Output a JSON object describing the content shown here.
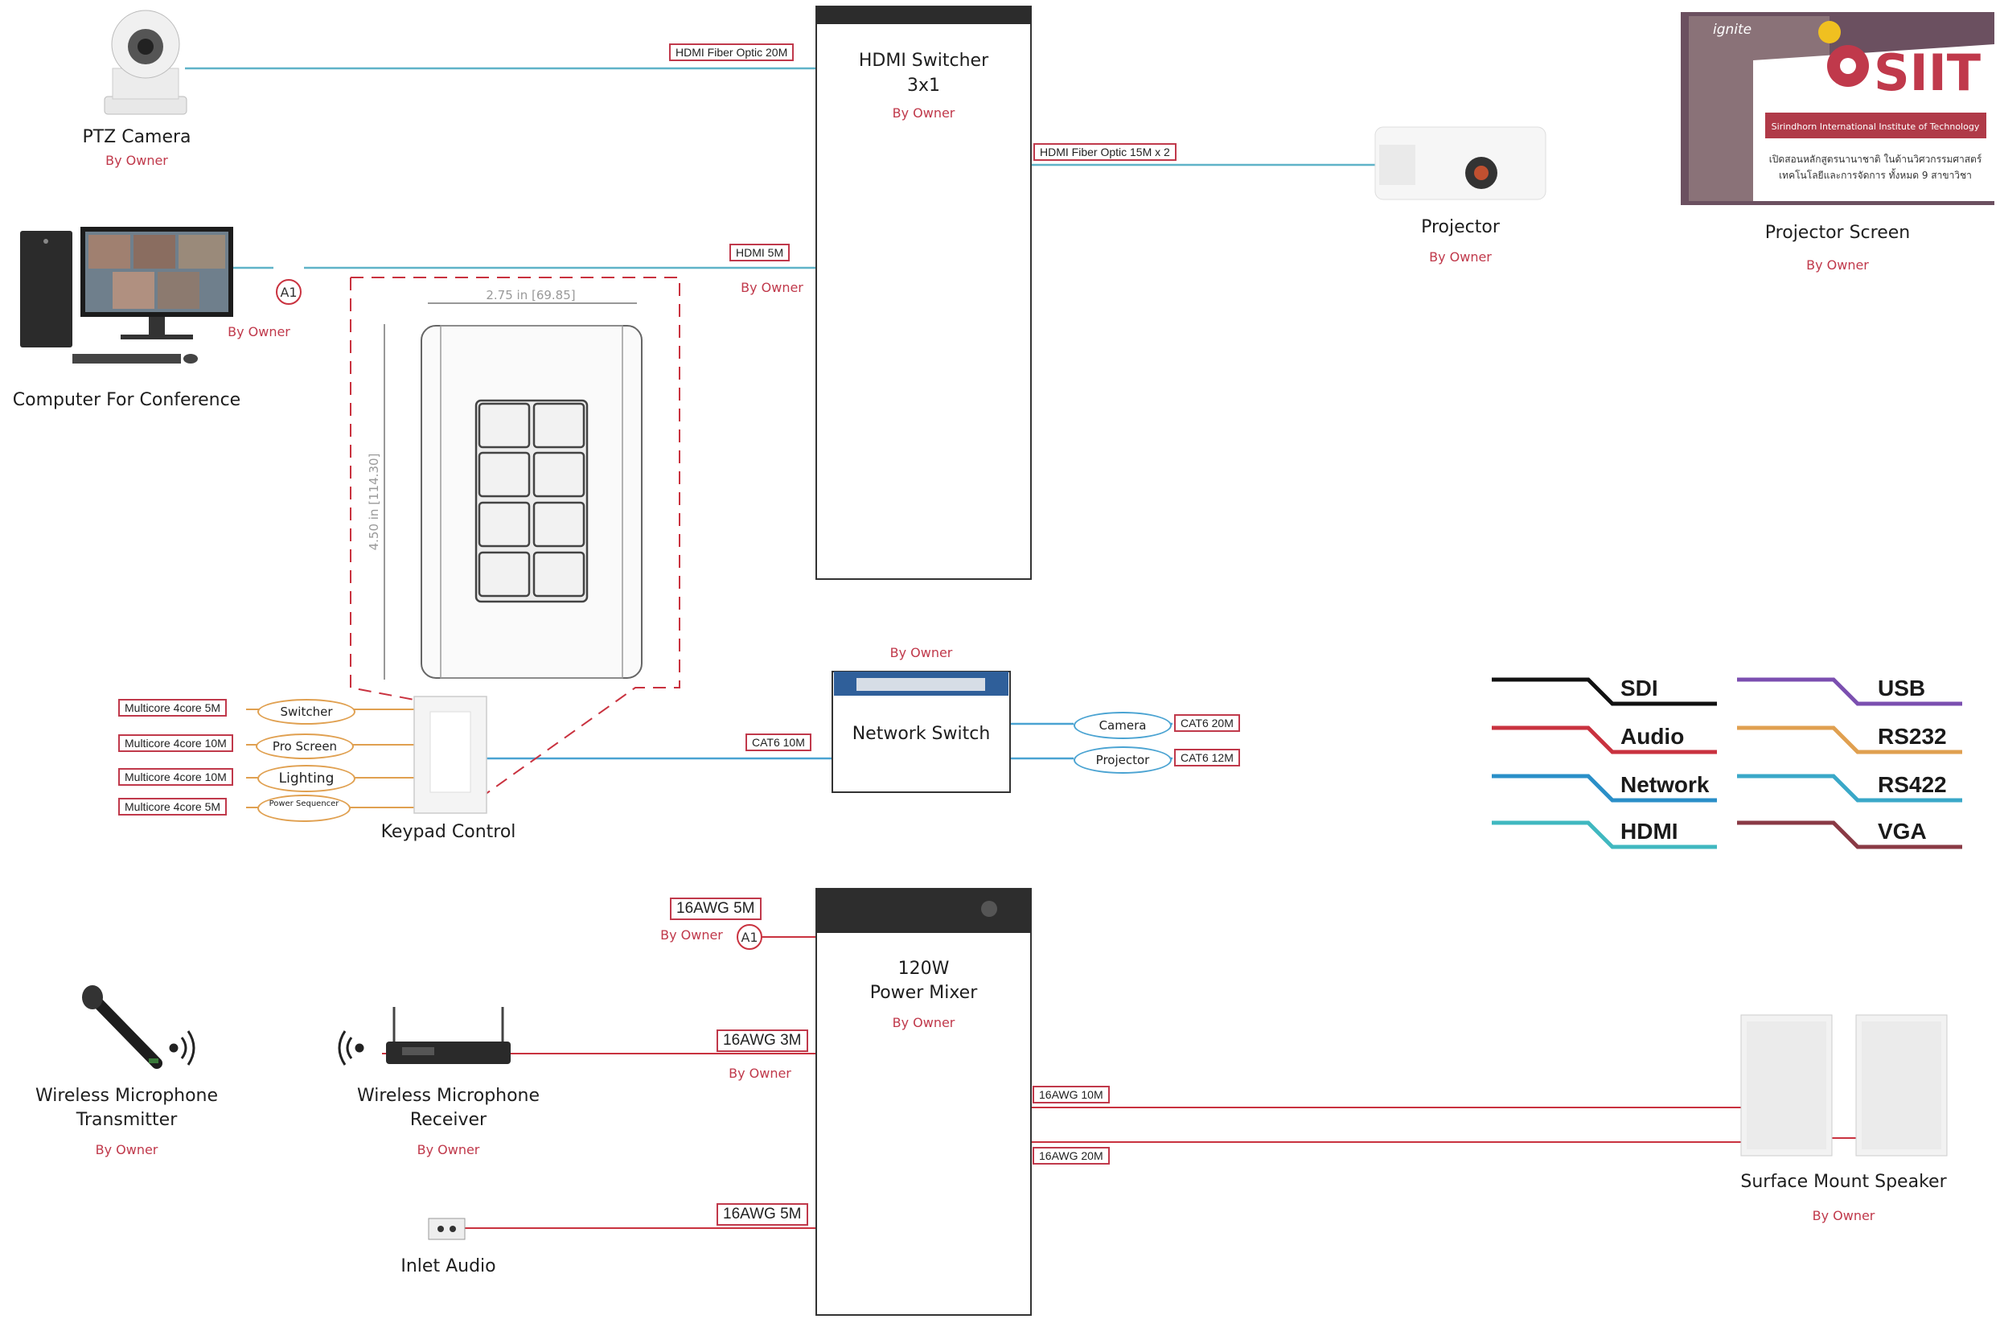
{
  "devices": {
    "ptz_camera": {
      "name": "PTZ Camera",
      "owner": "By Owner"
    },
    "computer": {
      "name": "Computer For Conference",
      "owner": "By Owner",
      "marker": "A1"
    },
    "hdmi_switcher": {
      "name_l1": "HDMI Switcher",
      "name_l2": "3x1",
      "owner": "By Owner"
    },
    "projector": {
      "name": "Projector",
      "owner": "By Owner"
    },
    "projector_screen": {
      "name": "Projector Screen",
      "owner": "By Owner",
      "screen_brand": "ignite",
      "screen_logo": "SIIT",
      "screen_line1": "Sirindhorn International Institute of Technology",
      "screen_line2": "เปิดสอนหลักสูตรนานาชาติ ในด้านวิศวกรรมศาสตร์",
      "screen_line3": "เทคโนโลยีและการจัดการ ทั้งหมด 9 สาขาวิชา"
    },
    "keypad": {
      "name": "Keypad Control",
      "dim_width": "2.75 in [69.85]",
      "dim_height": "4.50 in [114.30]",
      "buttons": [
        "Switcher",
        "Pro Screen",
        "Lighting",
        "Power Sequencer"
      ]
    },
    "network_switch": {
      "name": "Network Switch",
      "owner": "By Owner",
      "ports": [
        "Camera",
        "Projector"
      ]
    },
    "power_mixer": {
      "name_l1": "120W",
      "name_l2": "Power Mixer",
      "owner": "By Owner"
    },
    "mic_tx": {
      "name_l1": "Wireless Microphone",
      "name_l2": "Transmitter",
      "owner": "By Owner"
    },
    "mic_rx": {
      "name_l1": "Wireless Microphone",
      "name_l2": "Receiver",
      "owner": "By Owner"
    },
    "inlet_audio": {
      "name": "Inlet Audio"
    },
    "speaker": {
      "name": "Surface Mount Speaker",
      "owner": "By Owner"
    }
  },
  "cables": {
    "ptz": "HDMI Fiber Optic 20M",
    "computer": "HDMI 5M",
    "computer_owner": "By Owner",
    "projector": "HDMI Fiber Optic 15M x 2",
    "keypad_net": "CAT6 10M",
    "net_camera": "CAT6 20M",
    "net_projector": "CAT6 12M",
    "multicore": [
      "Multicore 4core 5M",
      "Multicore 4core 10M",
      "Multicore 4core 10M",
      "Multicore 4core 5M"
    ],
    "mixer_in1": "16AWG 5M",
    "mixer_in1_owner": "By Owner",
    "mixer_in1_marker": "A1",
    "mixer_in2": "16AWG 3M",
    "mixer_in2_owner": "By Owner",
    "mixer_in3": "16AWG 5M",
    "spk1": "16AWG 10M",
    "spk2": "16AWG 20M"
  },
  "legend": [
    {
      "label": "SDI",
      "color": "#111111"
    },
    {
      "label": "USB",
      "color": "#7b4fb0"
    },
    {
      "label": "Audio",
      "color": "#c9323f"
    },
    {
      "label": "RS232",
      "color": "#e0a050"
    },
    {
      "label": "Network",
      "color": "#2a8fc8"
    },
    {
      "label": "RS422",
      "color": "#3aa8c8"
    },
    {
      "label": "HDMI",
      "color": "#40b8c0"
    },
    {
      "label": "VGA",
      "color": "#8a3a45"
    }
  ]
}
